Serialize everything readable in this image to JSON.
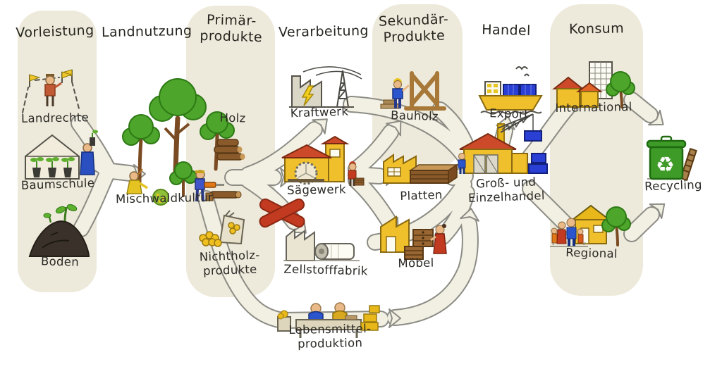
{
  "stages": {
    "vorleistung": "Vorleistung",
    "landnutzung": "Landnutzung",
    "primaerprodukte": "Primär-\nprodukte",
    "verarbeitung": "Verarbeitung",
    "sekundaerprodukte": "Sekundär-\nProdukte",
    "handel": "Handel",
    "konsum": "Konsum"
  },
  "nodes": {
    "landrechte": "Landrechte",
    "baumschule": "Baumschule",
    "boden": "Boden",
    "mischwaldkultur": "Mischwaldkultur",
    "holz": "Holz",
    "kraftwerk": "Kraftwerk",
    "saegewerk": "Sägewerk",
    "zellstofffabrik": "Zellstofffabrik",
    "nichtholzprodukte": "Nichtholz-\nprodukte",
    "lebensmittelproduktion": "Lebensmittel-\nproduktion",
    "bauholz": "Bauholz",
    "platten": "Platten",
    "moebel": "Möbel",
    "export": "Export",
    "gross_und_einzelhandel": "Groß- und\nEinzelhandel",
    "international": "International",
    "regional": "Regional",
    "recycling": "Recycling"
  },
  "icons": {
    "landrechte": "surveyor-with-flags-icon",
    "baumschule": "greenhouse-seedlings-icon",
    "boden": "soil-mound-sprout-icon",
    "mischwaldkultur": "mixed-forest-workers-icon",
    "kraftwerk": "power-plant-icon",
    "saegewerk": "sawmill-icon",
    "zellstofffabrik": "pulp-mill-paper-roll-icon",
    "nichtholzprodukte": "sack-of-berries-icon",
    "lebensmittelproduktion": "food-market-stand-icon",
    "bauholz": "timber-frame-worker-icon",
    "platten": "panel-factory-icon",
    "moebel": "furniture-factory-icon",
    "export": "cargo-ship-icon",
    "gross_und_einzelhandel": "warehouse-crane-icon",
    "international": "city-buildings-icon",
    "regional": "house-family-icon",
    "recycling": "recycling-bin-icon",
    "blocked": "red-cross-blocked-icon"
  },
  "colors": {
    "background": "#ffffff",
    "column_band": "#edeadb",
    "flow_band_fill": "#f2efe3",
    "flow_band_outline": "#8c8c85",
    "text": "#2b2a26",
    "building_yellow": "#f0c02c",
    "roof_red": "#cc4a2a",
    "tree_green": "#4ea52c",
    "container_blue": "#2a3fd4",
    "wood_brown": "#8a5a2b",
    "soil_dark": "#39312a",
    "blocked_cross_red": "#c23a20",
    "recycling_green": "#3f9b28"
  }
}
